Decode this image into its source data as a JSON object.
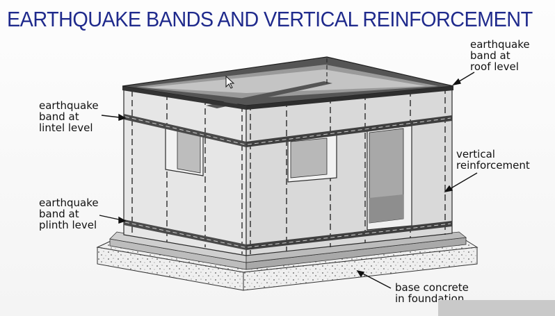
{
  "title": "EARTHQUAKE BANDS AND VERTICAL REINFORCEMENT",
  "labels": {
    "roof": [
      "earthquake",
      "band at",
      "roof level"
    ],
    "lintel": [
      "earthquake",
      "band at",
      "lintel level"
    ],
    "vertical": [
      "vertical",
      "reinforcement"
    ],
    "plinth": [
      "earthquake",
      "band at",
      "plinth level"
    ],
    "base": [
      "base concrete",
      "in foundation"
    ]
  },
  "colors": {
    "title": "#1f2a8c",
    "band": "#4a4a4a",
    "wall_left": "#e4e4e4",
    "wall_front": "#d8d8d8",
    "outline": "#2a2a2a"
  }
}
